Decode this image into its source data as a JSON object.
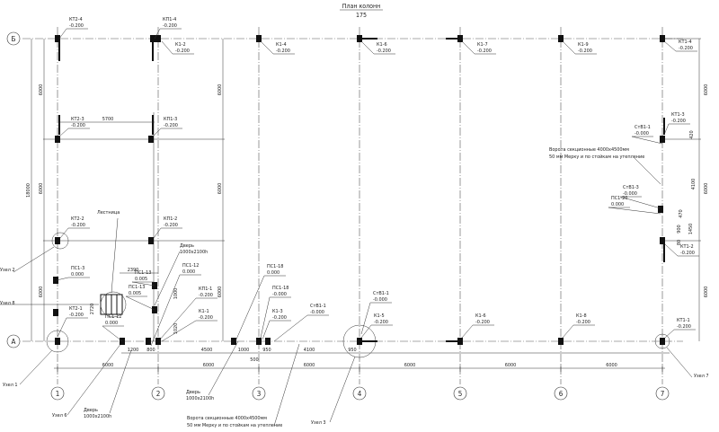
{
  "title": {
    "name": "План колонн",
    "scale": "175"
  },
  "axes": {
    "columns": [
      "1",
      "2",
      "3",
      "4",
      "5",
      "6",
      "7"
    ],
    "rows": [
      "А",
      "Б"
    ]
  },
  "dimensions": {
    "spans": [
      "6000",
      "6000",
      "6000",
      "6000",
      "6000",
      "6000"
    ],
    "sub": [
      "1200",
      "800",
      "4500",
      "1000",
      "500",
      "950",
      "4100",
      "950"
    ],
    "left_total": "18000",
    "left": [
      "6000",
      "6000",
      "6000"
    ],
    "mid": [
      "6000",
      "6000",
      "6000"
    ],
    "right": [
      "6000",
      "6000",
      "6000"
    ],
    "right_detail": [
      "420",
      "4100",
      "470",
      "900",
      "1450",
      "80"
    ],
    "misc": [
      "5700",
      "2390",
      "2720",
      "1000",
      "1020"
    ]
  },
  "labels": [
    {
      "mark": "КТ2-4",
      "elev": "-0.200"
    },
    {
      "mark": "КП1-4",
      "elev": "-0.200"
    },
    {
      "mark": "К1-2",
      "elev": "-0.200"
    },
    {
      "mark": "К1-4",
      "elev": "-0.200"
    },
    {
      "mark": "К1-6",
      "elev": "-0.200"
    },
    {
      "mark": "К1-7",
      "elev": "-0.200"
    },
    {
      "mark": "К1-9",
      "elev": "-0.200"
    },
    {
      "mark": "КТ1-4",
      "elev": "-0.200"
    },
    {
      "mark": "КТ2-3",
      "elev": "-0.200"
    },
    {
      "mark": "КП1-3",
      "elev": "-0.200"
    },
    {
      "mark": "КТ1-3",
      "elev": "-0.200"
    },
    {
      "mark": "СтВ1-1",
      "elev": "-0.000"
    },
    {
      "mark": "СтВ1-3",
      "elev": "-0.000"
    },
    {
      "mark": "ПС1-20",
      "elev": "0.000"
    },
    {
      "mark": "КТ1-2",
      "elev": "-0.200"
    },
    {
      "mark": "КТ2-2",
      "elev": "-0.200"
    },
    {
      "mark": "КП1-2",
      "elev": "-0.200"
    },
    {
      "mark": "ПС1-12",
      "elev": "0.000"
    },
    {
      "mark": "ПС1-3",
      "elev": "0.000"
    },
    {
      "mark": "ПС1-13",
      "elev": "0.005"
    },
    {
      "mark": "ПС1-13",
      "elev": "0.005"
    },
    {
      "mark": "КП1-1",
      "elev": "-0.200"
    },
    {
      "mark": "КТ2-1",
      "elev": "-0.200"
    },
    {
      "mark": "ПС1-12",
      "elev": "0.000"
    },
    {
      "mark": "К1-1",
      "elev": "-0.200"
    },
    {
      "mark": "ПС1-18",
      "elev": "0.000"
    },
    {
      "mark": "ПС1-18",
      "elev": "-0.000"
    },
    {
      "mark": "К1-3",
      "elev": "-0.200"
    },
    {
      "mark": "СтВ1-1",
      "elev": "-0.000"
    },
    {
      "mark": "СтВ1-1",
      "elev": "-0.000"
    },
    {
      "mark": "К1-5",
      "elev": "-0.200"
    },
    {
      "mark": "К1-6",
      "elev": "-0.200"
    },
    {
      "mark": "К1-8",
      "elev": "-0.200"
    },
    {
      "mark": "КТ1-1",
      "elev": "-0.200"
    }
  ],
  "notes": {
    "stair": "Лестница",
    "door": [
      "Дверь",
      "1000х2100h"
    ],
    "gate": [
      "Ворота секционные 4000х4500мм",
      "50 мм Мерку и по стойкам на утепление"
    ],
    "nodes": [
      "Узел 2",
      "Узел 8",
      "Узел 1",
      "Узел 6",
      "Узел 3",
      "Узел 7"
    ]
  }
}
